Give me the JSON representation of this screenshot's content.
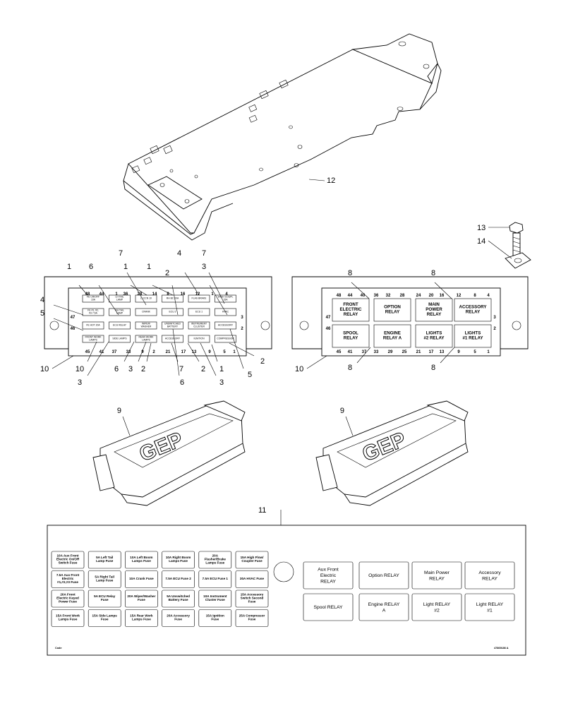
{
  "callouts": {
    "bracket": "12",
    "bolt": "13",
    "nut": "14",
    "decal": "11",
    "cover": "9",
    "panel_left": "10",
    "panel_right": "10"
  },
  "fuse_panel": {
    "top_pins": [
      "48",
      "44",
      "1",
      "36",
      "28",
      "14",
      "8",
      "16",
      "12",
      "1",
      "4"
    ],
    "bottom_pins": [
      "45",
      "41",
      "37",
      "33",
      "9",
      "2",
      "21",
      "17",
      "13",
      "9",
      "5",
      "1"
    ],
    "side_pins": [
      "47",
      "46",
      "3",
      "2"
    ],
    "callouts": [
      {
        "n": "1"
      },
      {
        "n": "6"
      },
      {
        "n": "7"
      },
      {
        "n": "1"
      },
      {
        "n": "1"
      },
      {
        "n": "2"
      },
      {
        "n": "4"
      },
      {
        "n": "7"
      },
      {
        "n": "3"
      },
      {
        "n": "4"
      },
      {
        "n": "5"
      },
      {
        "n": "10"
      },
      {
        "n": "3"
      },
      {
        "n": "6"
      },
      {
        "n": "3"
      },
      {
        "n": "2"
      },
      {
        "n": "7"
      },
      {
        "n": "6"
      },
      {
        "n": "2"
      },
      {
        "n": "1"
      },
      {
        "n": "3"
      },
      {
        "n": "2"
      },
      {
        "n": "5"
      }
    ],
    "slots": [
      {
        "label": "FE CR/OFF 10A"
      },
      {
        "label": "LH TAIL LAMP"
      },
      {
        "label": "LI CCN 10"
      },
      {
        "label": "RH BC 10A"
      },
      {
        "label": "FLAS BRAKE"
      },
      {
        "label": "WIGH COUPL 15A"
      },
      {
        "label": "FE #1, #2, #3 7.5A"
      },
      {
        "label": "RH TAIL LAMP"
      },
      {
        "label": "CRANK"
      },
      {
        "label": "ECU 2"
      },
      {
        "label": "ECU 1"
      },
      {
        "label": "HVAC"
      },
      {
        "label": "FE HOT 20A"
      },
      {
        "label": "ECU RELAY"
      },
      {
        "label": "WIPER/ WASHER"
      },
      {
        "label": "UNSWITCHED BATTERY"
      },
      {
        "label": "INSTRUMENT CLUSTER"
      },
      {
        "label": "ACCESSORY"
      },
      {
        "label": "FRONT WORK LAMPS"
      },
      {
        "label": "SIDE LAMPS"
      },
      {
        "label": "REAR WORK LAMPS"
      },
      {
        "label": "ACCESSORY"
      },
      {
        "label": "IGNITION"
      },
      {
        "label": "COMPRESSOR"
      }
    ]
  },
  "relay_panel": {
    "top_pins": [
      "48",
      "44",
      "40",
      "36",
      "32",
      "28",
      "24",
      "20",
      "16",
      "12",
      "8",
      "4"
    ],
    "bottom_pins": [
      "45",
      "41",
      "37",
      "33",
      "29",
      "25",
      "21",
      "17",
      "13",
      "9",
      "5",
      "1"
    ],
    "side_pins": [
      "47",
      "46",
      "3",
      "2"
    ],
    "callouts": [
      "8",
      "8",
      "8",
      "8"
    ],
    "relays": [
      {
        "label": "FRONT ELECTRIC RELAY"
      },
      {
        "label": "OPTION RELAY"
      },
      {
        "label": "MAIN POWER RELAY"
      },
      {
        "label": "ACCESSORY RELAY"
      },
      {
        "label": "SPOOL RELAY"
      },
      {
        "label": "ENGINE RELAY A"
      },
      {
        "label": "LIGHTS #2 RELAY"
      },
      {
        "label": "LIGHTS #1 RELAY"
      }
    ]
  },
  "decal": {
    "fuses": [
      {
        "label": "10A Aux Front Electric On/Off Switch Fuse"
      },
      {
        "label": "5A Left Tail Lamp Fuse"
      },
      {
        "label": "10A Left Boom Lamps Fuse"
      },
      {
        "label": "10A Right Boom Lamps Fuse"
      },
      {
        "label": "20A Flasher/Brake Lamps Fuse"
      },
      {
        "label": "15A High Flow/ Coupler Fuse"
      },
      {
        "label": "7.5A Aux Front Electric #1,#2,#3 Fuse"
      },
      {
        "label": "5A Right Tail Lamp Fuse"
      },
      {
        "label": "10A Crank Fuse"
      },
      {
        "label": "7.5A ECU Fuse 2"
      },
      {
        "label": "7.5A ECU Fuse 1"
      },
      {
        "label": "30A HVAC Fuse"
      },
      {
        "label": "20A Front Electric Keyed Power Fuse"
      },
      {
        "label": "5A ECU Relay Fuse"
      },
      {
        "label": "20A Wiper/Washer Fuse"
      },
      {
        "label": "5A Unswitched Battery Fuse"
      },
      {
        "label": "10A Instrument Cluster Fuse"
      },
      {
        "label": "15A Accessory Switch Second Fuse"
      },
      {
        "label": "15A Front Work Lamps Fuse"
      },
      {
        "label": "15A Side Lamps Fuse"
      },
      {
        "label": "15A Rear Work Lamps Fuse"
      },
      {
        "label": "20A Accessory Fuse"
      },
      {
        "label": "15A Ignition Fuse"
      },
      {
        "label": "25A Compressor Fuse"
      }
    ],
    "relays": [
      {
        "label": "Aux Front Electric RELAY"
      },
      {
        "label": "Option RELAY"
      },
      {
        "label": "Main Power RELAY"
      },
      {
        "label": "Accessory RELAY"
      },
      {
        "label": "Spool RELAY"
      },
      {
        "label": "Engine RELAY A"
      },
      {
        "label": "Light RELAY #2"
      },
      {
        "label": "Light RELAY #1"
      }
    ],
    "footer_left": "Code",
    "footer_right": "47869186 A"
  },
  "cover_logo": "GEP"
}
